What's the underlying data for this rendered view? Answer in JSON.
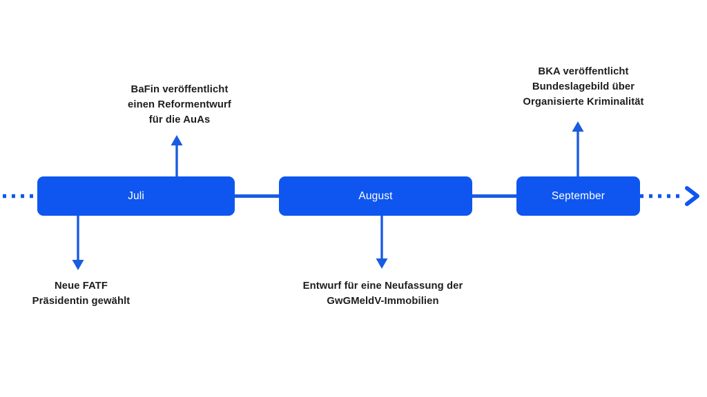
{
  "diagram": {
    "type": "horizontal-timeline",
    "title": "",
    "accent_color": "#0e56ef",
    "text_color": "#1d1d1f",
    "background_color": "#ffffff",
    "nodes": [
      {
        "id": "juli",
        "label": "Juli"
      },
      {
        "id": "august",
        "label": "August"
      },
      {
        "id": "september",
        "label": "September"
      }
    ],
    "events": [
      {
        "id": "bafin",
        "node": "juli",
        "position": "above",
        "text": "BaFin veröffentlicht\neinen Reformentwurf\nfür die AuAs"
      },
      {
        "id": "fatf",
        "node": "juli",
        "position": "below",
        "text": "Neue FATF\nPräsidentin gewählt"
      },
      {
        "id": "gwgmeldv",
        "node": "august",
        "position": "below",
        "text": "Entwurf für eine Neufassung der\nGwGMeldV-Immobilien"
      },
      {
        "id": "bka",
        "node": "september",
        "position": "above",
        "text": "BKA veröffentlicht\nBundeslagebild über\nOrganisierte Kriminalität"
      }
    ],
    "axis": {
      "left_end": "dotted-line",
      "right_end": "dotted-line-with-arrow"
    }
  }
}
